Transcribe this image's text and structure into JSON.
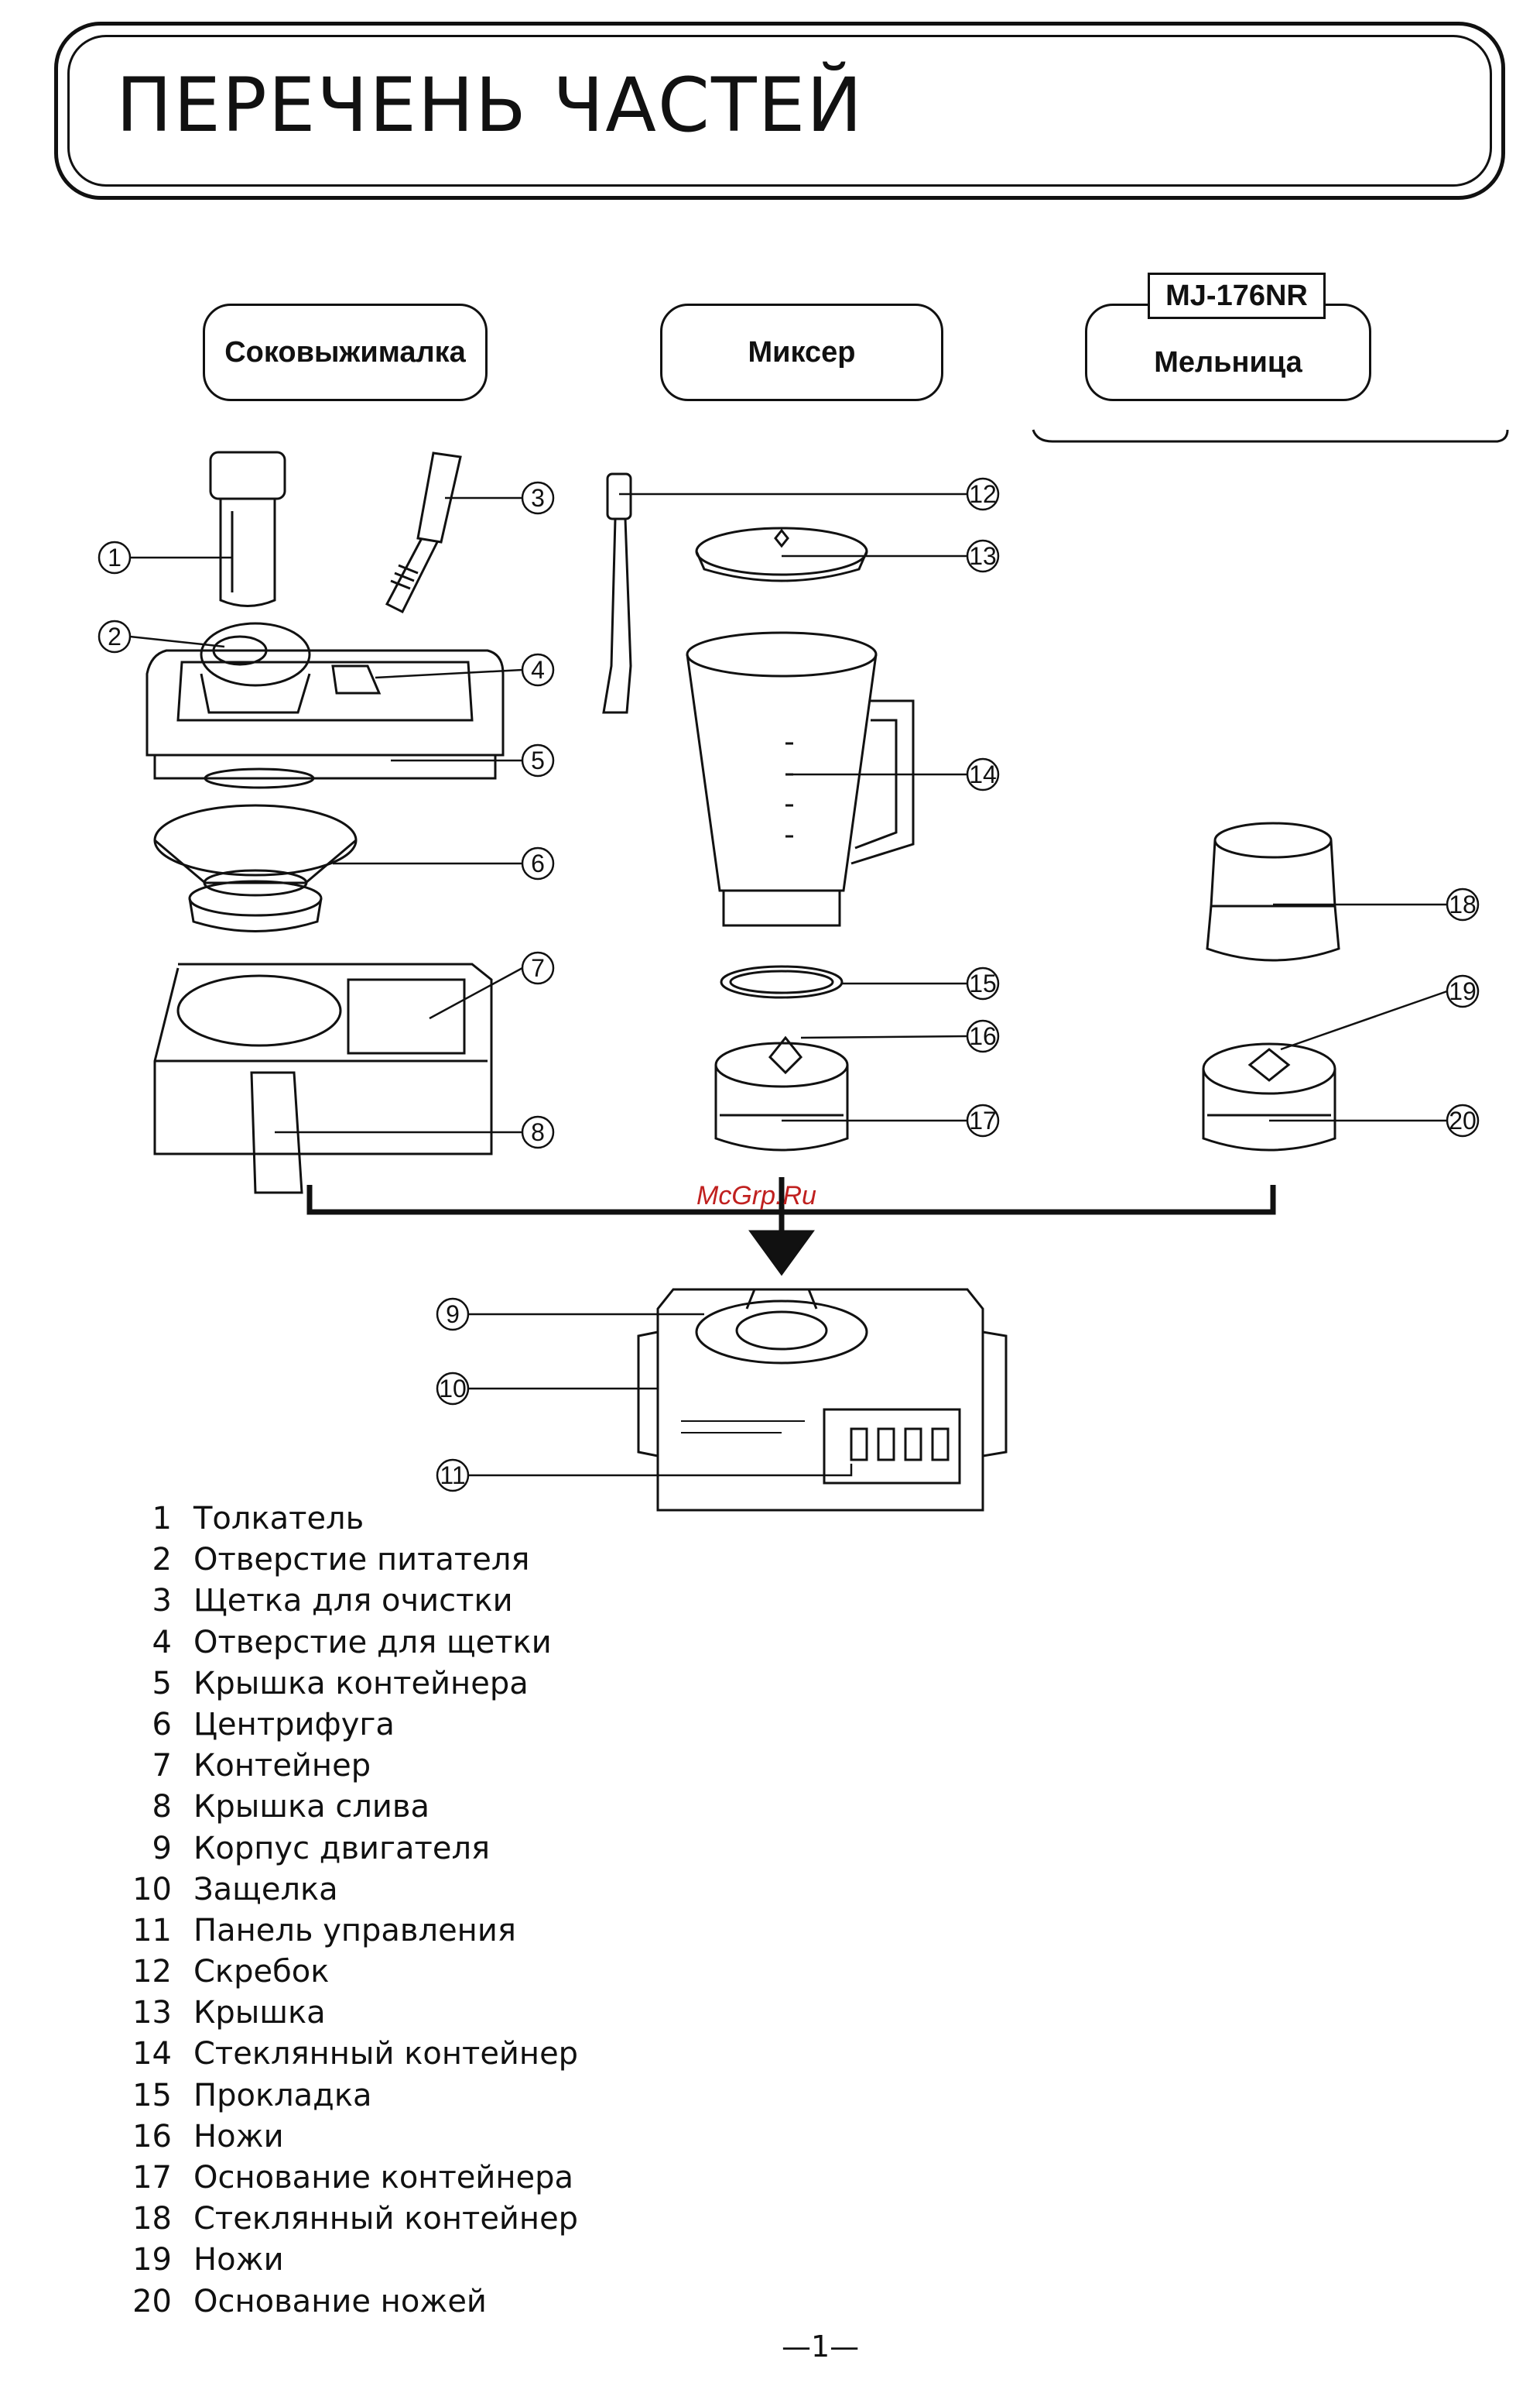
{
  "title": "ПЕРЕЧЕНЬ ЧАСТЕЙ",
  "sections": {
    "juicer": "Соковыжималка",
    "mixer": "Миксер",
    "mill": "Мельница",
    "model_tag": "MJ-176NR"
  },
  "callouts": [
    "1",
    "2",
    "3",
    "4",
    "5",
    "6",
    "7",
    "8",
    "9",
    "10",
    "11",
    "12",
    "13",
    "14",
    "15",
    "16",
    "17",
    "18",
    "19",
    "20"
  ],
  "parts": [
    {
      "num": "1",
      "label": "Толкатель"
    },
    {
      "num": "2",
      "label": "Отверстие питателя"
    },
    {
      "num": "3",
      "label": "Щетка для очистки"
    },
    {
      "num": "4",
      "label": "Отверстие для щетки"
    },
    {
      "num": "5",
      "label": "Крышка контейнера"
    },
    {
      "num": "6",
      "label": "Центрифуга"
    },
    {
      "num": "7",
      "label": "Контейнер"
    },
    {
      "num": "8",
      "label": "Крышка слива"
    },
    {
      "num": "9",
      "label": "Корпус двигателя"
    },
    {
      "num": "10",
      "label": "Защелка"
    },
    {
      "num": "11",
      "label": "Панель управления"
    },
    {
      "num": "12",
      "label": "Скребок"
    },
    {
      "num": "13",
      "label": "Крышка"
    },
    {
      "num": "14",
      "label": "Стеклянный контейнер"
    },
    {
      "num": "15",
      "label": "Прокладка"
    },
    {
      "num": "16",
      "label": "Ножи"
    },
    {
      "num": "17",
      "label": "Основание контейнера"
    },
    {
      "num": "18",
      "label": "Стеклянный контейнер"
    },
    {
      "num": "19",
      "label": "Ножи"
    },
    {
      "num": "20",
      "label": "Основание ножей"
    }
  ],
  "watermark": "McGrp.Ru",
  "page_number": "—1—"
}
